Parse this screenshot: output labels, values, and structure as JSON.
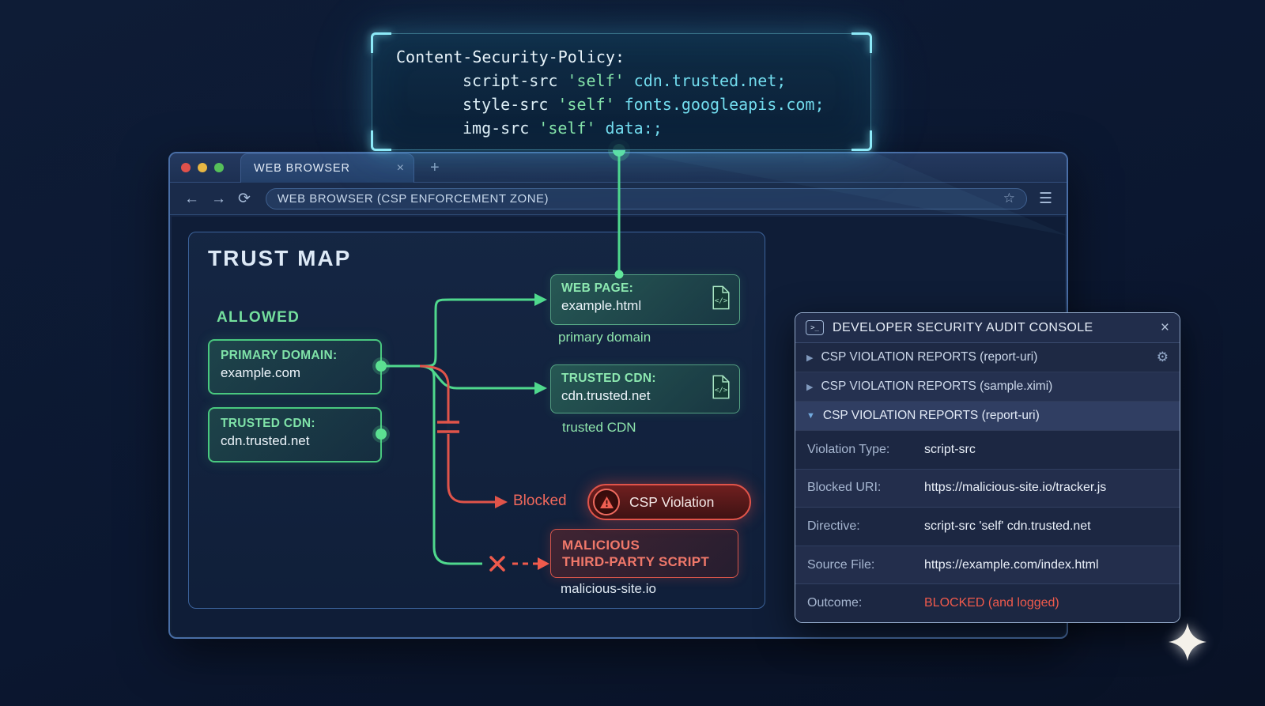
{
  "csp_snippet": {
    "header": "Content-Security-Policy:",
    "rules": [
      {
        "directive": "script-src",
        "keyword": "'self'",
        "value": "cdn.trusted.net;"
      },
      {
        "directive": "style-src",
        "keyword": "'self'",
        "value": "fonts.googleapis.com;"
      },
      {
        "directive": "img-src",
        "keyword": "'self'",
        "value": "data:;"
      }
    ]
  },
  "browser": {
    "tab_title": "WEB BROWSER",
    "url": "WEB BROWSER (CSP ENFORCEMENT ZONE)"
  },
  "trust_map": {
    "title": "TRUST MAP",
    "allowed_label": "ALLOWED",
    "sources": [
      {
        "label": "PRIMARY DOMAIN:",
        "value": "example.com"
      },
      {
        "label": "TRUSTED CDN:",
        "value": "cdn.trusted.net"
      }
    ],
    "nodes": [
      {
        "label": "WEB PAGE:",
        "value": "example.html",
        "caption": "primary domain"
      },
      {
        "label": "TRUSTED CDN:",
        "value": "cdn.trusted.net",
        "caption": "trusted CDN"
      }
    ],
    "blocked_label": "Blocked",
    "violation_badge": "CSP Violation",
    "malicious": {
      "line1": "MALICIOUS",
      "line2": "THIRD-PARTY SCRIPT",
      "caption": "malicious-site.io"
    }
  },
  "audit_console": {
    "title": "DEVELOPER SECURITY AUDIT CONSOLE",
    "reports": [
      {
        "label": "CSP VIOLATION REPORTS (report-uri)"
      },
      {
        "label": "CSP VIOLATION REPORTS (sample.ximi)"
      },
      {
        "label": "CSP VIOLATION REPORTS (report-uri)"
      }
    ],
    "details": [
      {
        "label": "Violation Type:",
        "value": "script-src"
      },
      {
        "label": "Blocked URI:",
        "value": "https://malicious-site.io/tracker.js"
      },
      {
        "label": "Directive:",
        "value": "script-src 'self' cdn.trusted.net"
      },
      {
        "label": "Source File:",
        "value": "https://example.com/index.html"
      },
      {
        "label": "Outcome:",
        "value": "BLOCKED (and logged)"
      }
    ]
  },
  "icons": {
    "tab_close": "×",
    "new_tab": "+",
    "back": "←",
    "forward": "→",
    "reload": "⟳",
    "bookmark": "☆",
    "menu": "☰",
    "console_close": "×",
    "gear": "⚙",
    "caret_collapsed": "▶",
    "caret_expanded": "▼",
    "terminal_prompt": ">_"
  },
  "colors": {
    "background": "#0b1730",
    "allowed_green": "#4fd88d",
    "blocked_red": "#e0544a",
    "cyan_accent": "#72dcee"
  }
}
